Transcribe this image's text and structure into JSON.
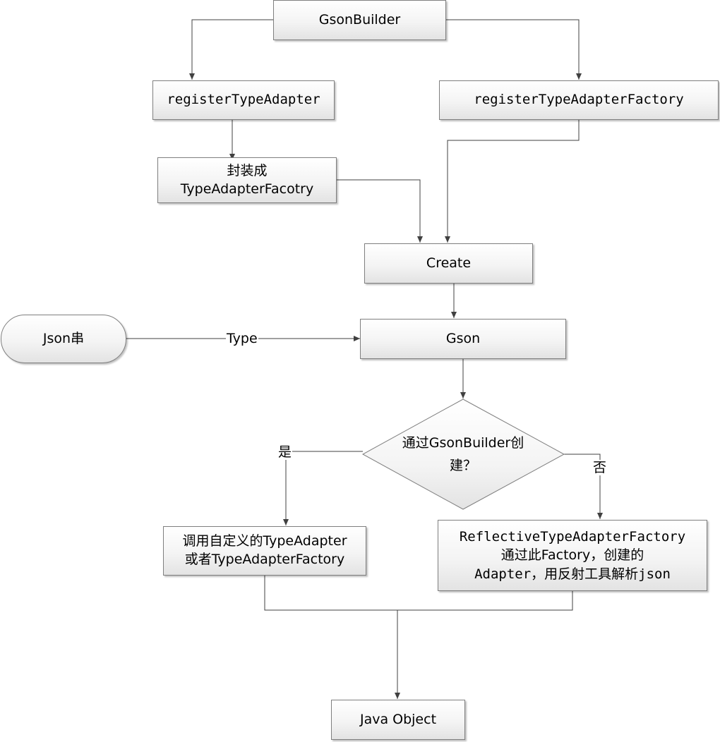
{
  "nodes": {
    "gson_builder": "GsonBuilder",
    "register_type_adapter": "registerTypeAdapter",
    "register_type_adapter_factory": "registerTypeAdapterFactory",
    "wrap_factory_line1": "封装成",
    "wrap_factory_line2": "TypeAdapterFacotry",
    "create": "Create",
    "json_string": "Json串",
    "gson": "Gson",
    "decision_line1": "通过GsonBuilder创",
    "decision_line2": "建？",
    "custom_adapter_line1": "调用自定义的TypeAdapter",
    "custom_adapter_line2": "或者TypeAdapterFactory",
    "reflective_line1": "ReflectiveTypeAdapterFactory",
    "reflective_line2": "通过此Factory，创建的",
    "reflective_line3": "Adapter，用反射工具解析json",
    "java_object": "Java Object"
  },
  "edge_labels": {
    "type": "Type",
    "yes": "是",
    "no": "否"
  },
  "colors": {
    "border": "#7f7f7f",
    "line": "#404040",
    "fill_top": "#ffffff",
    "fill_bottom": "#e3e3e3"
  }
}
